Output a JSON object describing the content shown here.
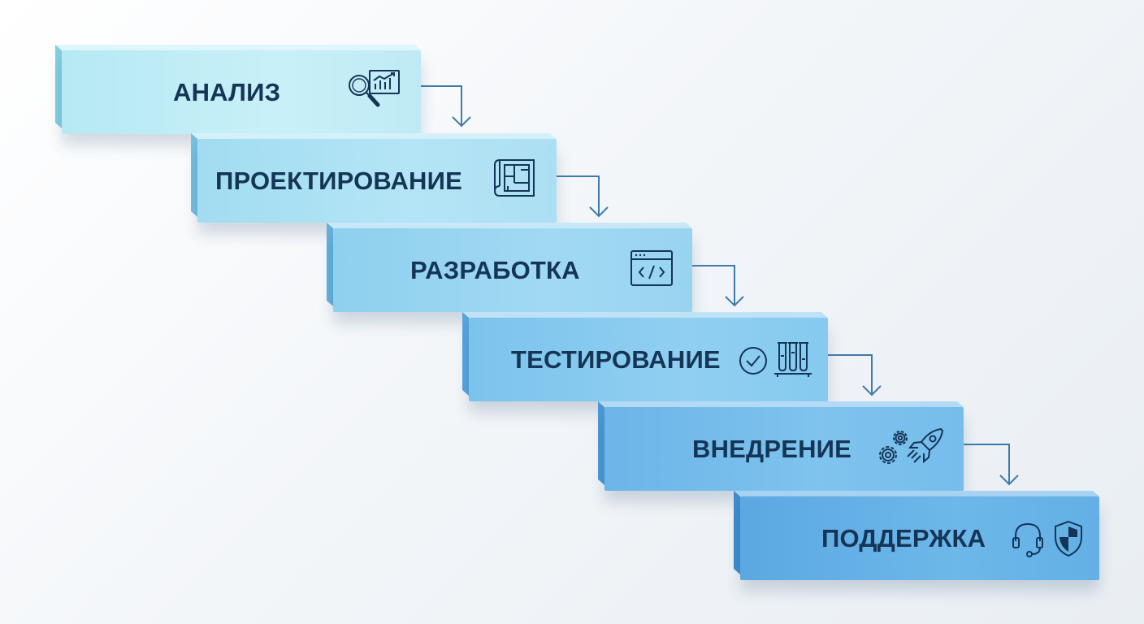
{
  "steps": [
    {
      "label": "АНАЛИЗ",
      "icons": [
        "magnifier-icon",
        "analytics-chart-icon"
      ]
    },
    {
      "label": "ПРОЕКТИРОВАНИЕ",
      "icons": [
        "blueprint-icon"
      ]
    },
    {
      "label": "РАЗРАБОТКА",
      "icons": [
        "code-window-icon"
      ]
    },
    {
      "label": "ТЕСТИРОВАНИЕ",
      "icons": [
        "check-circle-icon",
        "test-tubes-icon"
      ]
    },
    {
      "label": "ВНЕДРЕНИЕ",
      "icons": [
        "gears-icon",
        "rocket-icon"
      ]
    },
    {
      "label": "ПОДДЕРЖКА",
      "icons": [
        "headset-icon",
        "shield-icon"
      ]
    }
  ],
  "colors": {
    "text": "#143556",
    "icon": "#143556",
    "connector": "#3f7ba8",
    "step_light": "#c4eef7",
    "step_dark": "#4596d9"
  }
}
